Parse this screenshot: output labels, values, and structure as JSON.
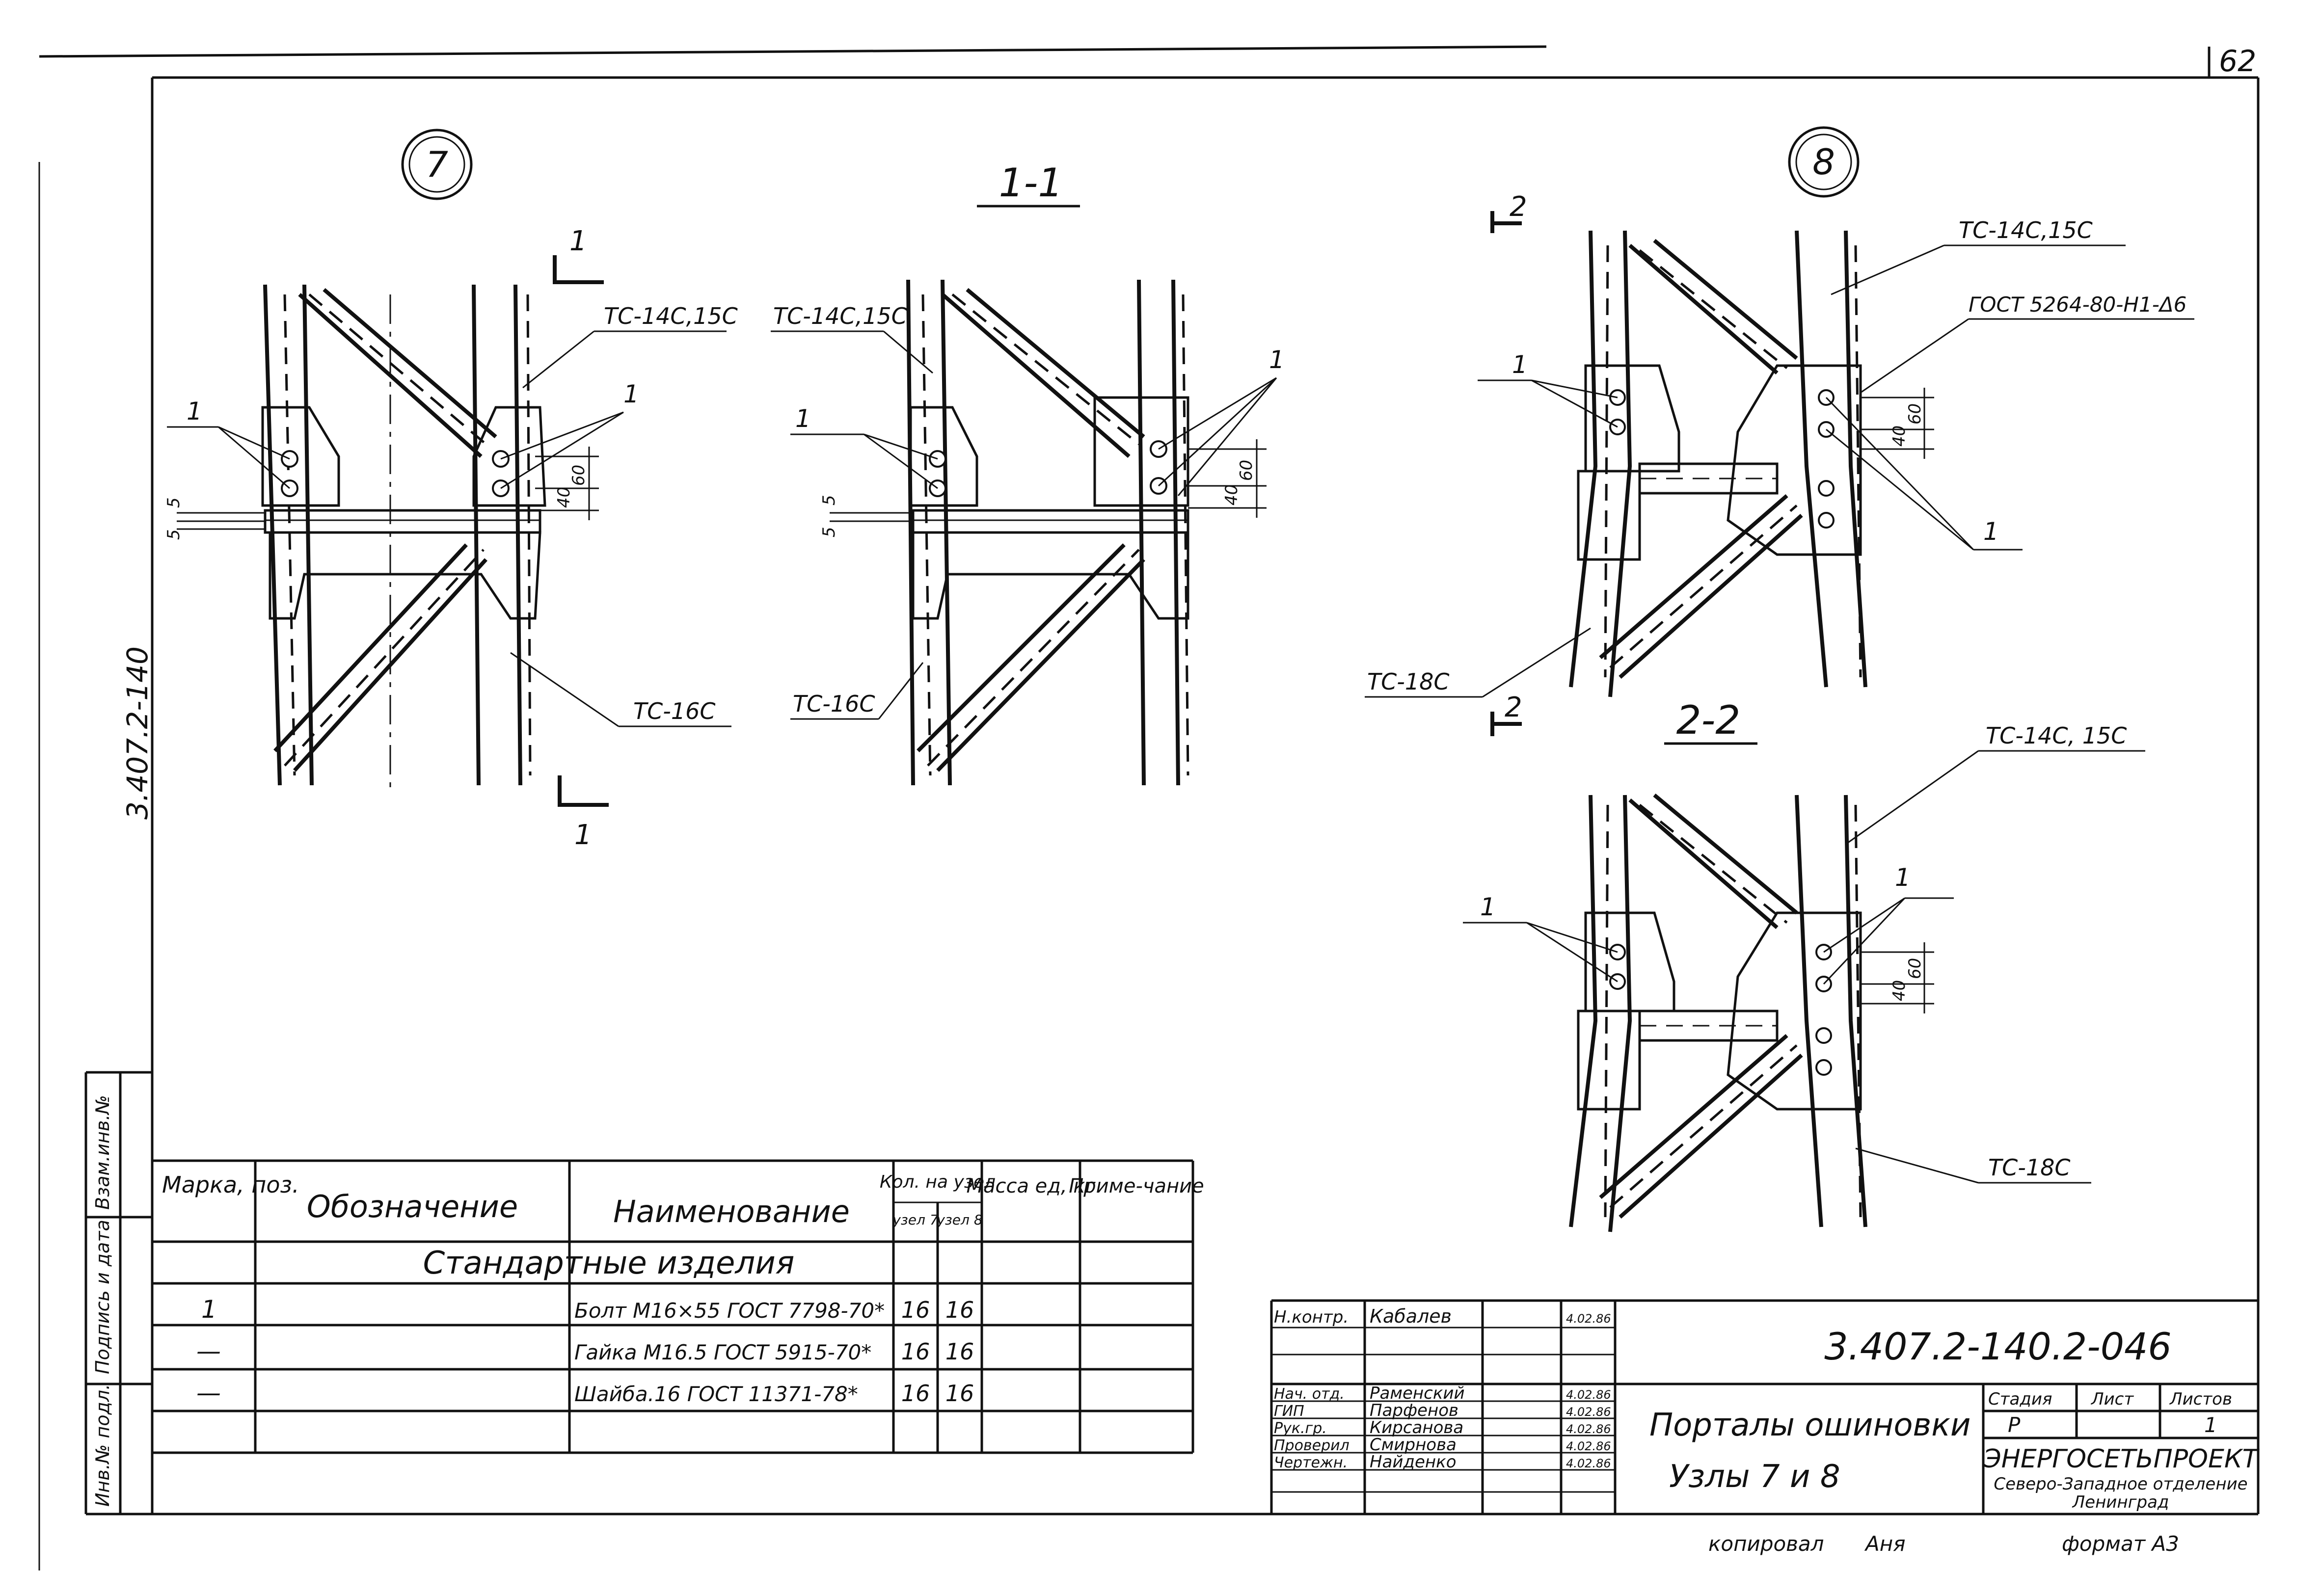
{
  "sheet_number": "62",
  "side_stamp": "3.407.2-140",
  "side_columns": [
    "Инв.№ подл.",
    "Подпись и дата",
    "Взам.инв.№"
  ],
  "views": {
    "node7": {
      "label": "7",
      "section_mark": "1"
    },
    "section11": {
      "label": "1-1"
    },
    "node8": {
      "label": "8",
      "section_mark": "2"
    },
    "section22": {
      "label": "2-2"
    }
  },
  "callouts": {
    "tc14": "ТС-14С,15С",
    "tc14b": "ТС-14С, 15С",
    "tc16": "ТС-16С",
    "tc18": "ТС-18С",
    "gost_weld": "ГОСТ 5264-80-Н1-Δ6",
    "pos1": "1"
  },
  "dimensions": {
    "d5a": "5",
    "d5b": "5",
    "d40": "40",
    "d60": "60"
  },
  "spec_table": {
    "headers": {
      "mark": "Марка, поз.",
      "designation": "Обозначение",
      "name": "Наименование",
      "qty": "Кол. на узел",
      "qty_node7": "узел 7",
      "qty_node8": "узел 8",
      "mass": "Масса ед, кг",
      "note": "Приме-чание"
    },
    "section_title": "Стандартные изделия",
    "rows": [
      {
        "mark": "1",
        "name": "Болт М16×55 ГОСТ 7798-70*",
        "q7": "16",
        "q8": "16"
      },
      {
        "mark": "—",
        "name": "Гайка М16.5 ГОСТ 5915-70*",
        "q7": "16",
        "q8": "16"
      },
      {
        "mark": "—",
        "name": "Шайба.16 ГОСТ 11371-78*",
        "q7": "16",
        "q8": "16"
      }
    ]
  },
  "title_block": {
    "doc_code": "3.407.2-140.2-046",
    "roles": [
      {
        "role": "Н.контр.",
        "name": "Кабалев",
        "date": "4.02.86"
      },
      {
        "role": "Нач. отд.",
        "name": "Раменский",
        "date": "4.02.86"
      },
      {
        "role": "ГИП",
        "name": "Парфенов",
        "date": "4.02.86"
      },
      {
        "role": "Рук.гр.",
        "name": "Кирсанова",
        "date": "4.02.86"
      },
      {
        "role": "Проверил",
        "name": "Смирнова",
        "date": "4.02.86"
      },
      {
        "role": "Чертежн.",
        "name": "Найденко",
        "date": "4.02.86"
      }
    ],
    "title_line1": "Порталы ошиновки",
    "title_line2": "Узлы 7 и 8",
    "stage_label": "Стадия",
    "sheet_label": "Лист",
    "sheets_label": "Листов",
    "stage": "Р",
    "sheets": "1",
    "org_name": "ЭНЕРГОСЕТЬПРОЕКТ",
    "org_branch": "Северо-Западное отделение",
    "org_city": "Ленинград"
  },
  "footer": {
    "copied": "копировал",
    "copier_sign": "Аня",
    "format": "формат А3"
  }
}
